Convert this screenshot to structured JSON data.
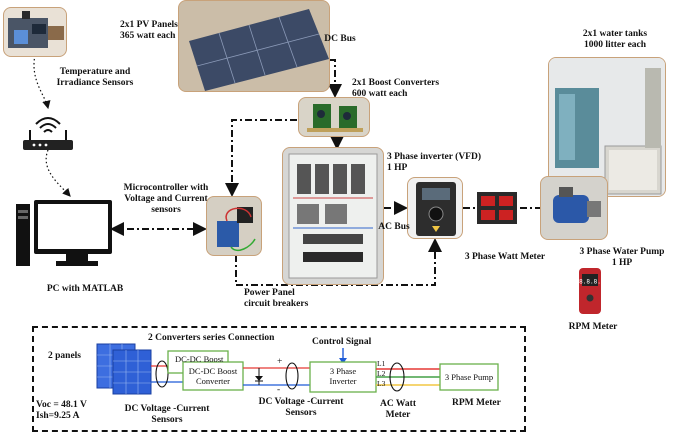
{
  "labels": {
    "pv_panels": [
      "2x1 PV Panels",
      "365 watt  each"
    ],
    "dc_bus": "DC Bus",
    "sensors": [
      "Temperature and",
      "Irradiance Sensors"
    ],
    "boost": [
      "2x1 Boost Converters",
      "600 watt each"
    ],
    "tanks": [
      "2x1 water tanks",
      "1000 litter each"
    ],
    "microcontroller": [
      "Microcontroller with",
      "Voltage and Current",
      "sensors"
    ],
    "inverter": [
      "3 Phase inverter (VFD)",
      "1 HP"
    ],
    "ac_bus": "AC Bus",
    "watt_meter": "3 Phase Watt Meter",
    "pump": [
      "3 Phase Water Pump",
      "1 HP"
    ],
    "pc": "PC with MATLAB",
    "power_panel": [
      "Power Panel",
      "circuit breakers"
    ],
    "rpm_meter": "RPM Meter"
  },
  "schematic": {
    "panels_title": "2 panels",
    "series_title": "2 Converters series Connection",
    "control_signal": "Control Signal",
    "dcdc_back": "DC-DC Boost",
    "dcdc_front": [
      "DC-DC Boost",
      "Converter"
    ],
    "inverter": [
      "3 Phase",
      "Inverter"
    ],
    "pump": "3 Phase Pump",
    "phases": [
      "L1",
      "L2",
      "L3"
    ],
    "voc": "Voc = 48.1 V",
    "isc": "Ish=9.25 A",
    "dc_sensors_1": [
      "DC Voltage -Current",
      "Sensors"
    ],
    "dc_sensors_2": [
      "DC Voltage -Current",
      "Sensors"
    ],
    "ac_watt_meter": [
      "AC Watt",
      "Meter"
    ],
    "rpm_meter": "RPM  Meter",
    "plus": "+",
    "minus": "-"
  },
  "colors": {
    "photo_border": "#c8a27a",
    "phase_red": "#e53935",
    "phase_green": "#43a047",
    "phase_yellow": "#f2c744",
    "wire_blue": "#1e5bd8",
    "box_border": "#6ab04c"
  },
  "display": {
    "rpm_reading": "8.8.8."
  }
}
